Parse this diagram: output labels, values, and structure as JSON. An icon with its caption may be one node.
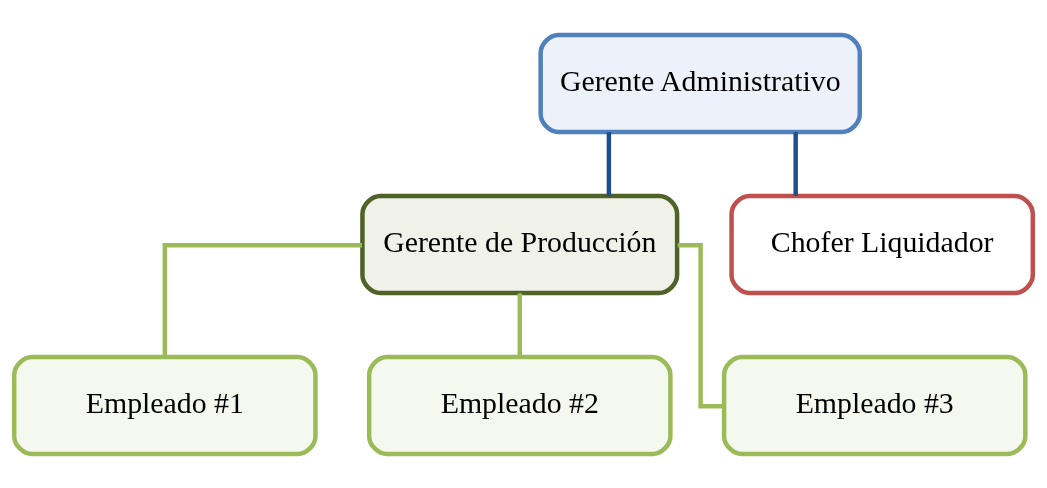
{
  "diagram": {
    "nodes": [
      {
        "text": [
          "Gerente Administrativo"
        ]
      },
      {
        "text": [
          "Gerente de Producción"
        ]
      },
      {
        "text": [
          "Chofer Liquidador"
        ]
      },
      {
        "text": [
          "Empleado #1"
        ]
      },
      {
        "text": [
          "Empleado #2"
        ]
      },
      {
        "text": [
          "Empleado #3"
        ]
      }
    ],
    "edges": [
      {
        "from": 0,
        "to": 1,
        "arrow": "none",
        "color": "#1f4e8c"
      },
      {
        "from": 0,
        "to": 2,
        "arrow": "none",
        "color": "#1f4e8c"
      },
      {
        "from": 1,
        "to": 3,
        "arrow": "none"
      },
      {
        "from": 1,
        "to": 4,
        "arrow": "none"
      },
      {
        "from": 1,
        "to": 5,
        "arrow": "none"
      }
    ]
  }
}
